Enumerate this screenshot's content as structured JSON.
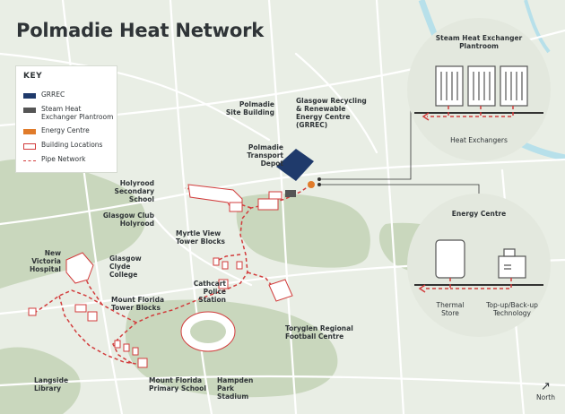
{
  "map": {
    "title": "Polmadie Heat Network",
    "colors": {
      "background": "#e9eee5",
      "green_space": "#c9d7bd",
      "road": "#ffffff",
      "grrec": "#1f3a6b",
      "plantroom": "#555555",
      "energy_centre": "#e07b2a",
      "pipe": "#d23c3c",
      "river": "#b7e0ea"
    }
  },
  "key": {
    "title": "KEY",
    "items": [
      {
        "label": "GRREC",
        "swatch": "grrec"
      },
      {
        "label": "Steam Heat Exchanger Plantroom",
        "swatch": "plant"
      },
      {
        "label": "Energy Centre",
        "swatch": "energy"
      },
      {
        "label": "Building Locations",
        "swatch": "bldg"
      },
      {
        "label": "Pipe Network",
        "swatch": "pipe"
      }
    ]
  },
  "labels": {
    "polmadie_site": "Polmadie Site Building",
    "grrec": "Glasgow Recycling & Renewable Energy Centre (GRREC)",
    "transport_depot": "Polmadie Transport Depot",
    "holyrood_school": "Holyrood Secondary School",
    "glasgow_club": "Glasgow Club Holyrood",
    "myrtle_view": "Myrtle View Tower Blocks",
    "new_victoria": "New Victoria Hospital",
    "clyde_college": "Glasgow Clyde College",
    "cathcart": "Cathcart Police Station",
    "mount_florida_tower": "Mount Florida Tower Blocks",
    "toryglen": "Toryglen Regional Football Centre",
    "langside": "Langside Library",
    "mount_florida_primary": "Mount Florida Primary School",
    "hampden": "Hampden Park Stadium"
  },
  "insets": {
    "steam": {
      "title": "Steam Heat Exchanger Plantroom",
      "caption": "Heat Exchangers"
    },
    "energy": {
      "title": "Energy Centre",
      "thermal": "Thermal Store",
      "topup": "Top-up/Back-up Technology"
    }
  },
  "compass": {
    "label": "North",
    "icon": "north-arrow-icon"
  }
}
